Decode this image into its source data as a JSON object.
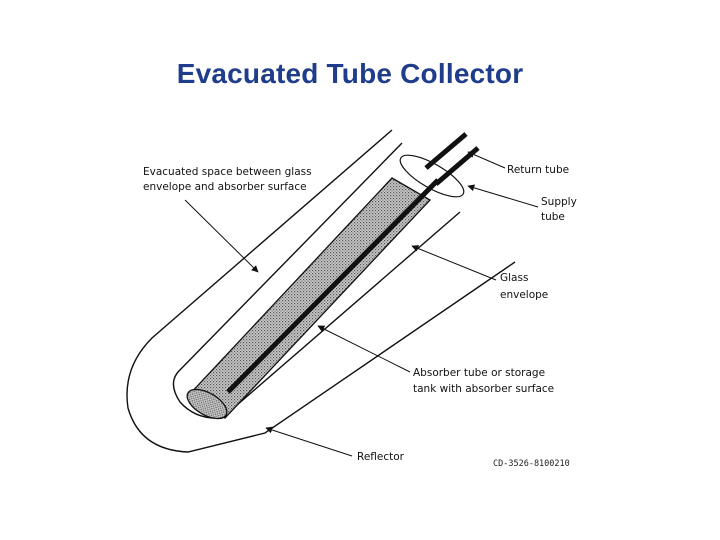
{
  "slide": {
    "title": "Evacuated Tube Collector"
  },
  "labels": {
    "evacuated_space_line1": "Evacuated space between glass",
    "evacuated_space_line2": "envelope and absorber surface",
    "return_tube": "Return tube",
    "supply_tube_line1": "Supply",
    "supply_tube_line2": "tube",
    "glass_envelope_line1": "Glass",
    "glass_envelope_line2": "envelope",
    "absorber_line1": "Absorber tube or storage",
    "absorber_line2": "tank with absorber surface",
    "reflector": "Reflector",
    "figure_code": "CD-3526-8100210"
  },
  "colors": {
    "title": "#1f3d8a",
    "line": "#111111",
    "absorber_fill": "#a9a9a9"
  }
}
